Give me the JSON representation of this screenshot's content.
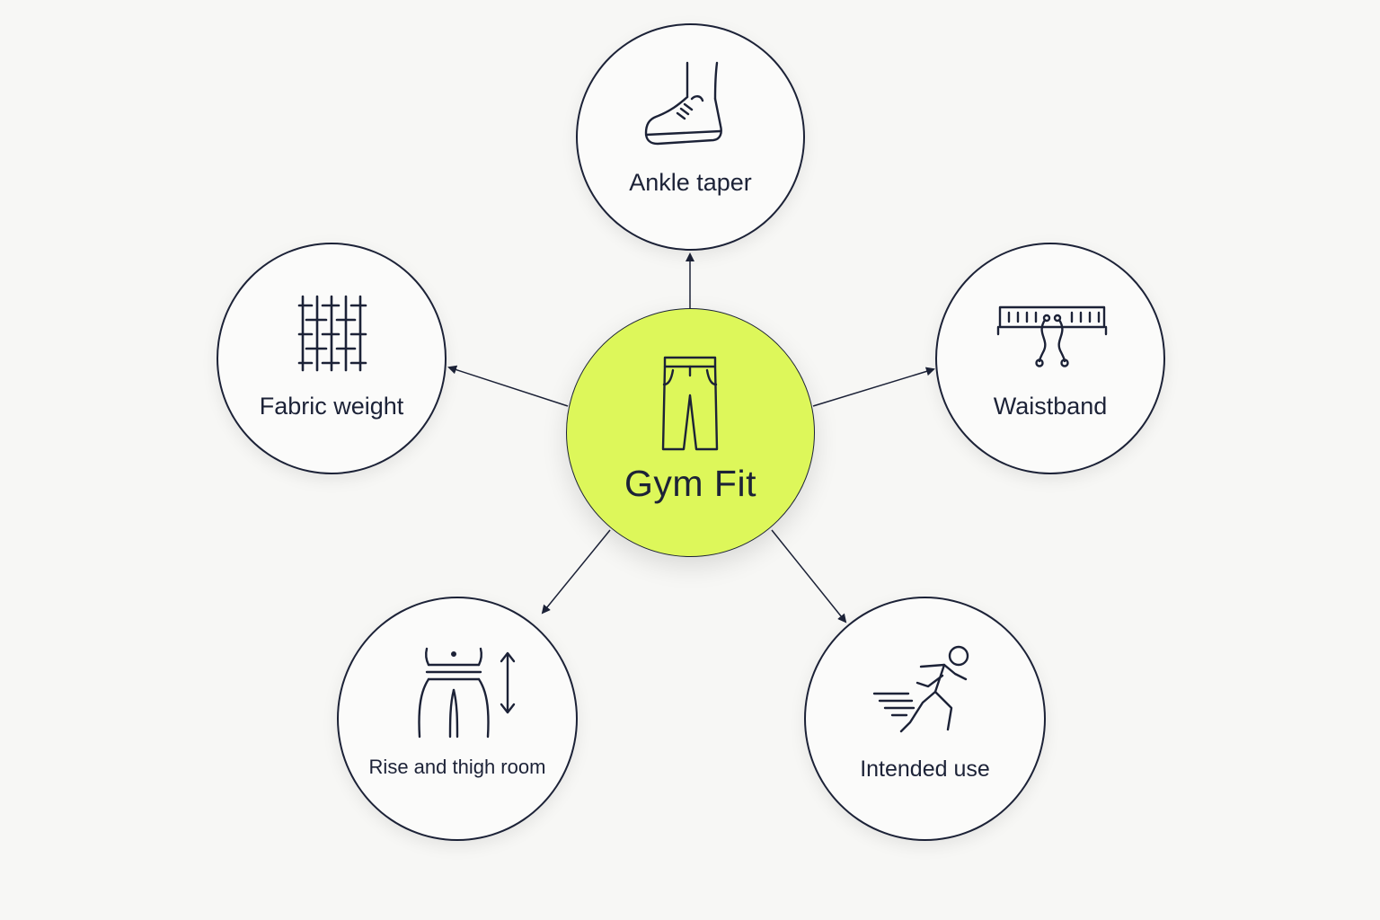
{
  "theme": {
    "background": "#f7f7f5",
    "ink": "#1c2237",
    "accent": "#ddf75a"
  },
  "center": {
    "label": "Gym Fit",
    "icon": "pants-icon"
  },
  "branches": [
    {
      "id": "ankle",
      "label": "Ankle taper",
      "icon": "sneaker-icon"
    },
    {
      "id": "fabric",
      "label": "Fabric weight",
      "icon": "weave-icon"
    },
    {
      "id": "waist",
      "label": "Waistband",
      "icon": "waistband-drawstring-icon"
    },
    {
      "id": "rise",
      "label": "Rise and thigh room",
      "icon": "rise-measure-icon"
    },
    {
      "id": "use",
      "label": "Intended use",
      "icon": "runner-icon"
    }
  ]
}
